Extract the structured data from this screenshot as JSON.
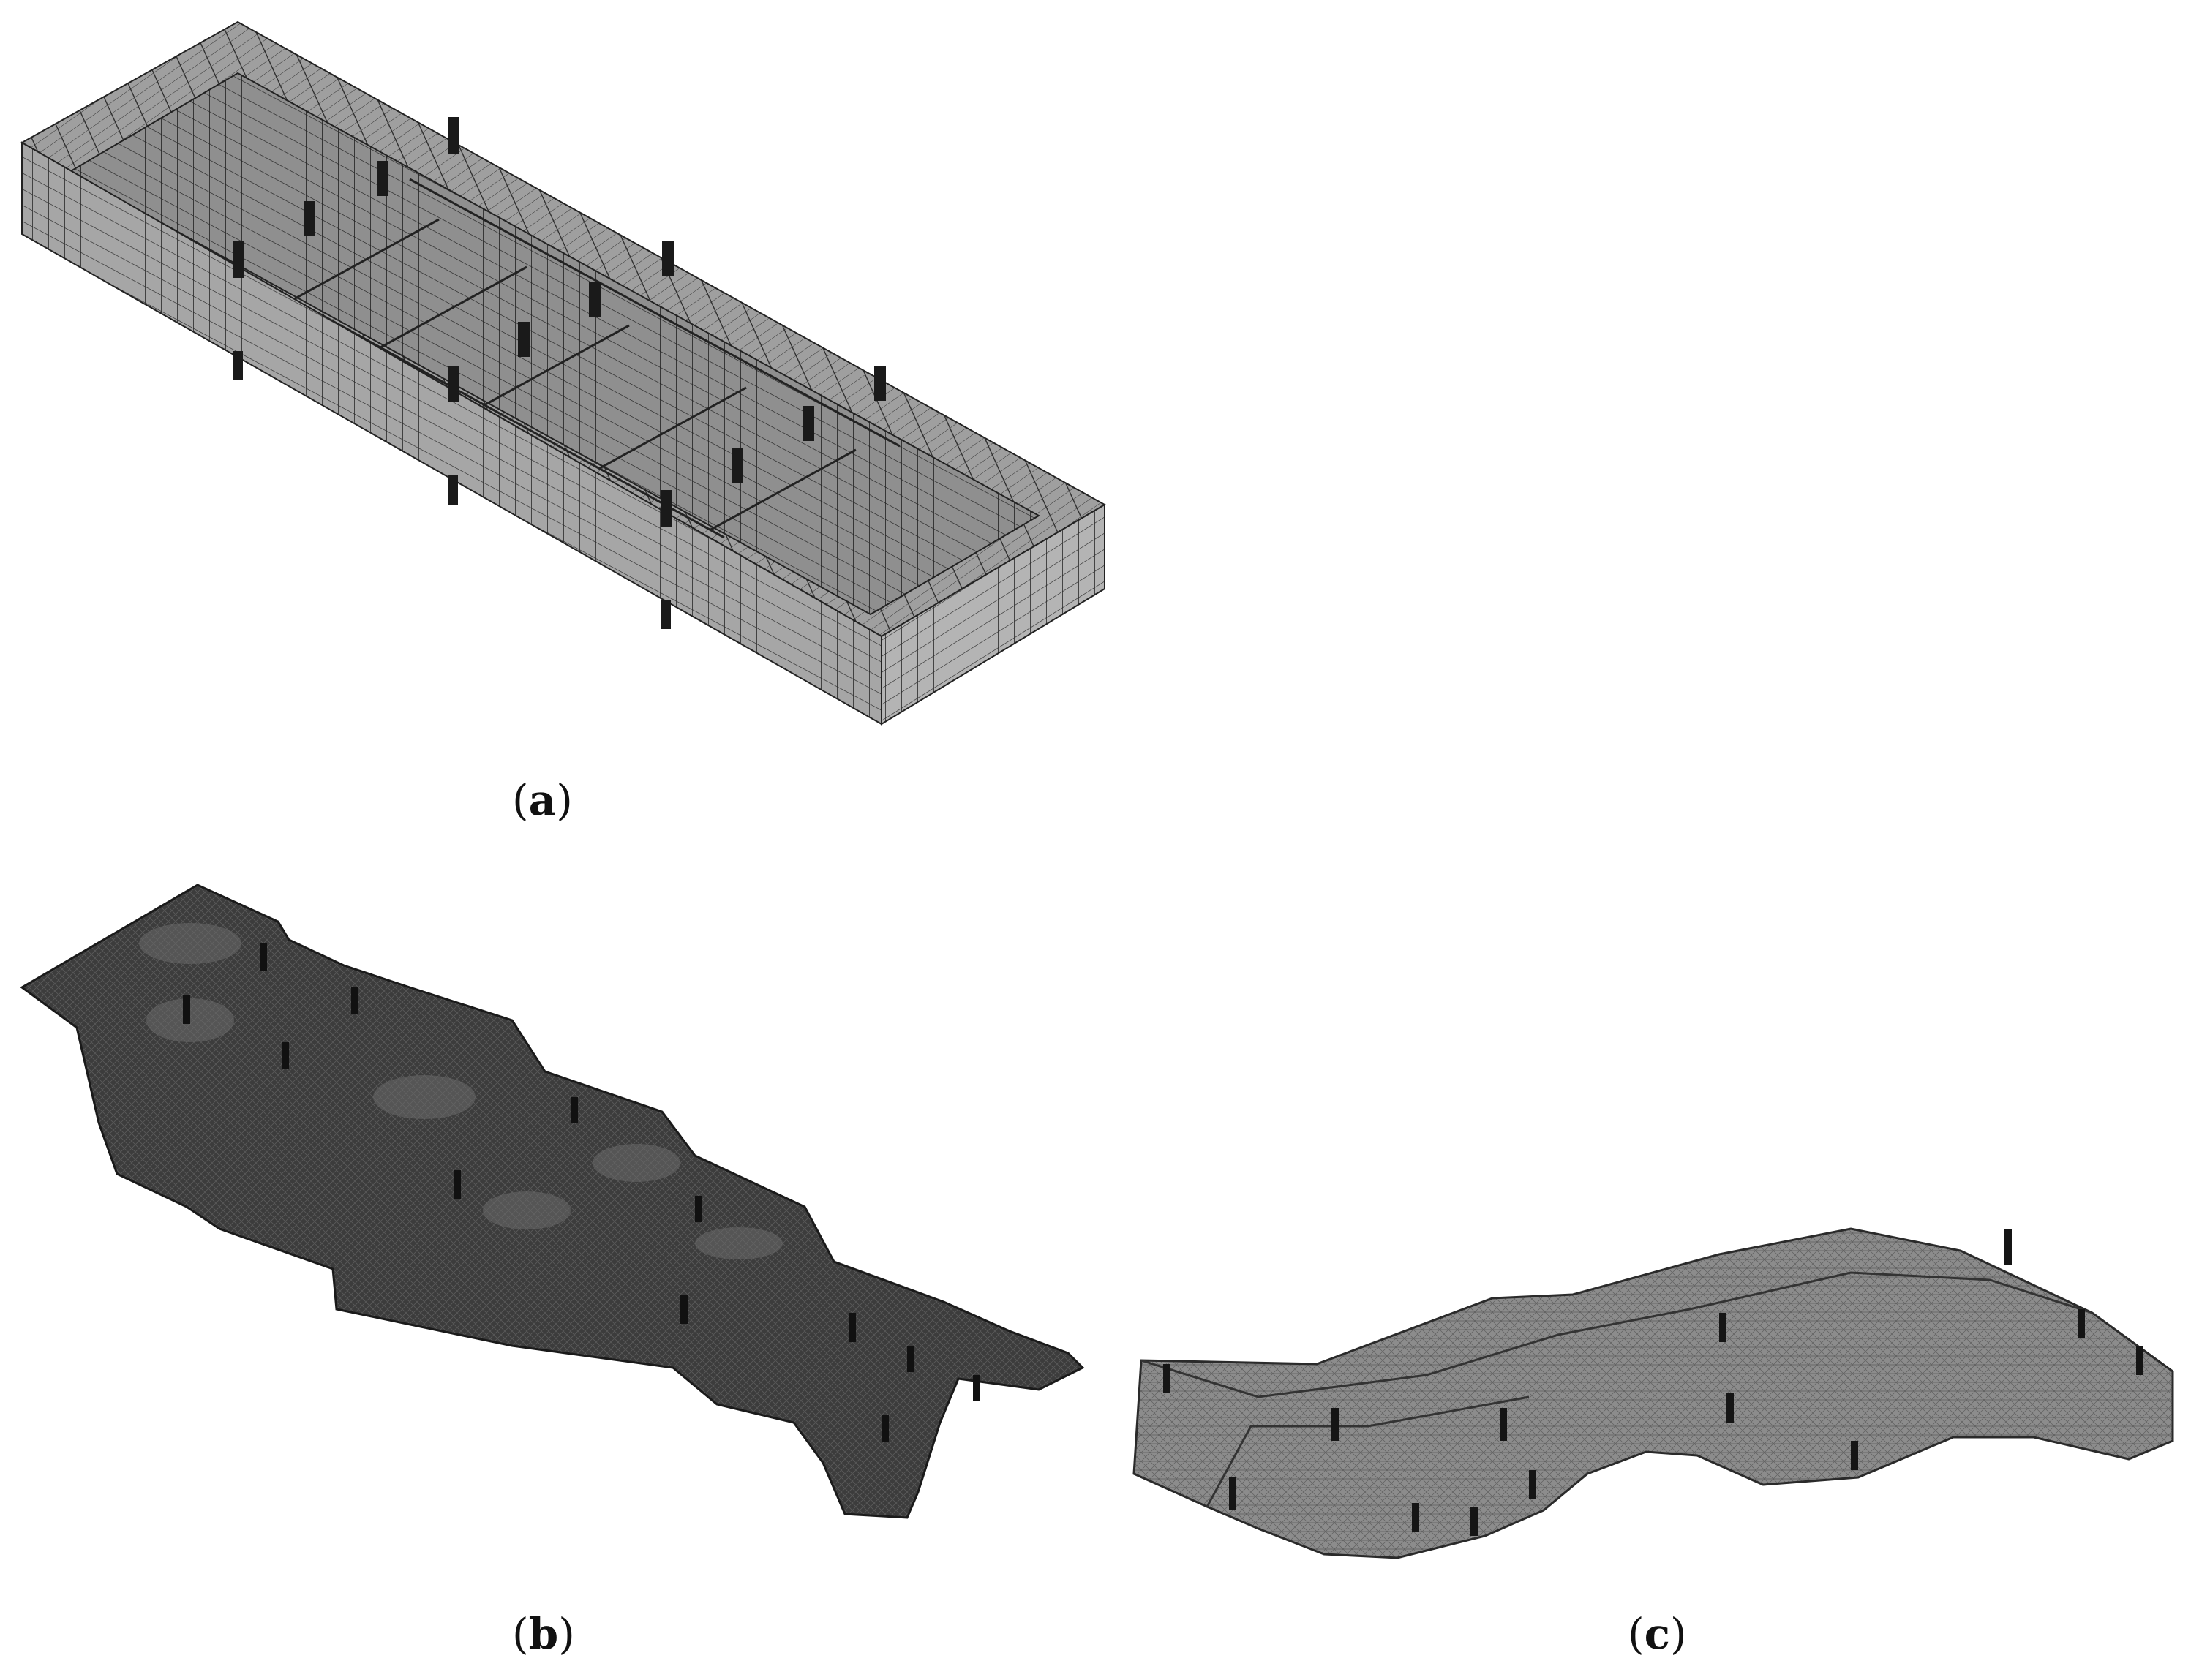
{
  "panels": [
    {
      "id": "a",
      "caption_open": "(",
      "caption_letter": "a",
      "caption_close": ")"
    },
    {
      "id": "b",
      "caption_open": "(",
      "caption_letter": "b",
      "caption_close": ")"
    },
    {
      "id": "c",
      "caption_open": "(",
      "caption_letter": "c",
      "caption_close": ")"
    }
  ],
  "colors": {
    "mesh_light": "#a9a9a9",
    "mesh_dark": "#3a3a3a",
    "mesh_mid": "#8e8e8e",
    "grid_line": "#2b2b2b",
    "post": "#1a1a1a"
  }
}
